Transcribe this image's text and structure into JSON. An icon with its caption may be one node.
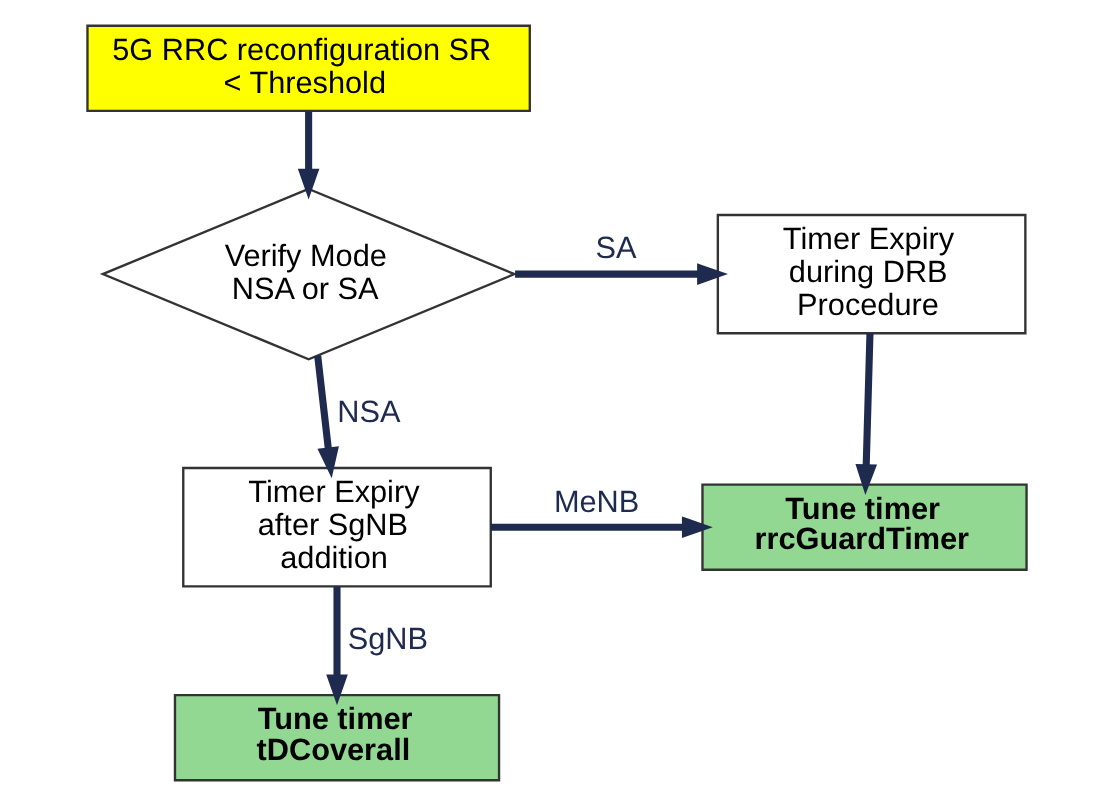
{
  "diagram": {
    "nodes": [
      {
        "text": [
          "5G RRC reconfiguration SR < Threshold"
        ]
      },
      {
        "text": [
          "Verify Mode NSA or SA"
        ]
      },
      {
        "text": [
          "Timer Expiry during DRB Procedure"
        ]
      },
      {
        "text": [
          "Timer Expiry after SgNB addition"
        ]
      },
      {
        "text": [
          "Tune timer rrcGuardTimer"
        ]
      },
      {
        "text": [
          "Tune timer tDCoverall"
        ]
      }
    ],
    "edges": [
      {
        "from": 0,
        "to": 1,
        "arrow": "to"
      },
      {
        "from": 1,
        "to": 2,
        "arrow": "to",
        "label": "SA"
      },
      {
        "from": 1,
        "to": 3,
        "arrow": "to",
        "label": "NSA"
      },
      {
        "from": 2,
        "to": 4,
        "arrow": "to"
      },
      {
        "from": 3,
        "to": 4,
        "arrow": "to",
        "label": "MeNB"
      },
      {
        "from": 3,
        "to": 5,
        "arrow": "to",
        "label": "SgNB"
      }
    ]
  }
}
